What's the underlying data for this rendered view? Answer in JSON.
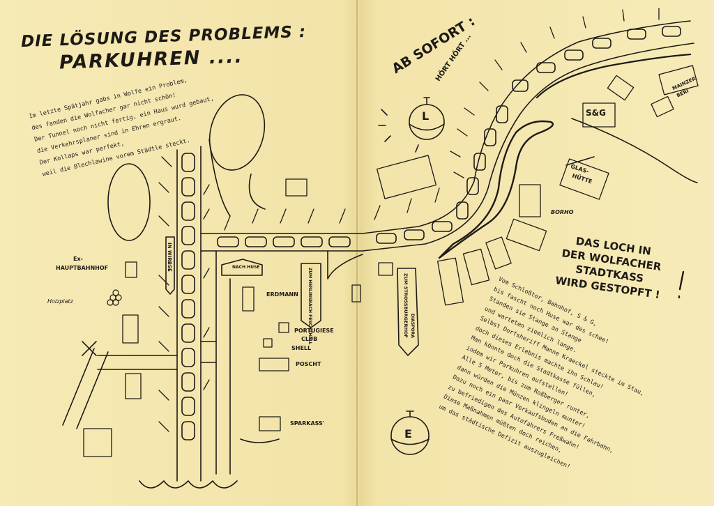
{
  "title": {
    "line1": "DIE LÖSUNG DES PROBLEMS :",
    "line2": "PARKUHREN ...."
  },
  "poem": [
    "Im letzte Spätjahr gabs in Wolfe ein Problem,",
    "des fanden die Wolfacher gar nicht schön!",
    "Der Tunnel noch nicht fertig, ein Haus wurd gebaut,",
    "die Verkehrsplaner sind in Ehren ergraut.",
    "Der Kollaps war perfekt,",
    "weil die Blechlawine vorem Städtle steckt."
  ],
  "callout": {
    "ab_sofort": "AB SOFORT :",
    "hoert": "HÖRT HÖRT ..."
  },
  "map_labels": {
    "ex_hauptbahnhof_1": "Ex-",
    "ex_hauptbahnhof_2": "HAUPTBAHNHOF",
    "holzplatz": "Holzplatz",
    "in_wirbse": "IN WIRBSE",
    "nach_hause": "NACH HUSE",
    "zum_herlinsbach": "ZUM HERLINSBACH FESCHTHALL",
    "erdmann": "ERDMANN",
    "portugiese_1": "PORTUGIESE",
    "portugiese_2": "CLUB",
    "shell": "SHELL",
    "poscht": "POSCHT",
    "sparkass": "SPARKASS'",
    "zum_strossburger": "ZUM STROSSBURGERHOF",
    "diaspora": "DIASPORA",
    "sg": "S&G",
    "glashuette_1": "GLAS-",
    "glashuette_2": "HÜTTE",
    "borho": "BORHO",
    "mainzer_1": "MAINZER",
    "mainzer_2": "BERI"
  },
  "loch": [
    "DAS LOCH IN",
    "DER WOLFACHER",
    "STADTKASS",
    "WIRD GESTOPFT !"
  ],
  "story": [
    "Vom Schloßtor, Bahnhof, S & G,",
    "bis fascht noch Huse war des schee!",
    "Standen sie Stange an Stange",
    "und warteten ziemlich lange.",
    "Selbst Dorfsheriff Manne Kraeckel steckte im Stau,",
    "doch dieses Erlebnis machte ihn Schlau!",
    "Man könnte doch die Stadtkasse füllen,",
    "indem wir Parkuhren aufstellen!",
    "Alle 5 Meter, bis zum Roßberger runter,",
    "dann würden die Münzen klingeln munter!",
    "Dazu noch ein paar Verkaufsbuden an die Fahrbahn,",
    "zu befriedigen des Autofahrers Freßwahn!",
    "Diese Maßnahmen müßten doch reichen,",
    "um das städtische Defizit auszugleichen!"
  ],
  "bells": {
    "upper_letter": "L",
    "lower_letter": "E"
  },
  "colors": {
    "paper": "#f3e6ad",
    "ink": "#1d1a16",
    "fold": "#d9c887"
  }
}
